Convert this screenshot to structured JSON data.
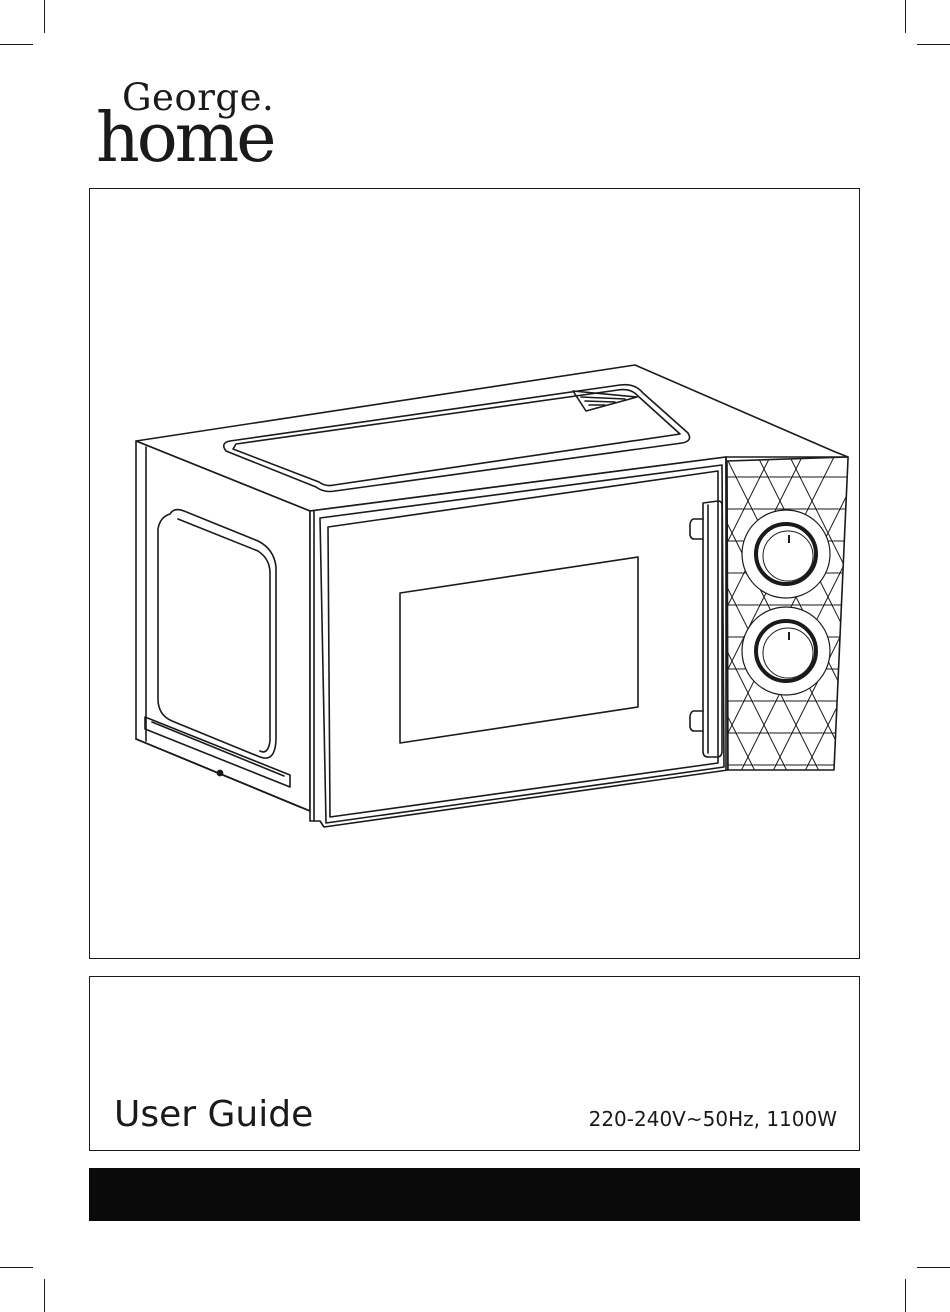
{
  "brand": {
    "line1": "George.",
    "line2": "home"
  },
  "product_illustration": {
    "icon": "microwave-oven-line-drawing",
    "knobs": 2
  },
  "cover": {
    "title": "User Guide",
    "rating": "220-240V~50Hz, 1100W"
  },
  "colors": {
    "ink": "#1a1a1a",
    "bar": "#0a0a0a",
    "paper": "#ffffff"
  }
}
